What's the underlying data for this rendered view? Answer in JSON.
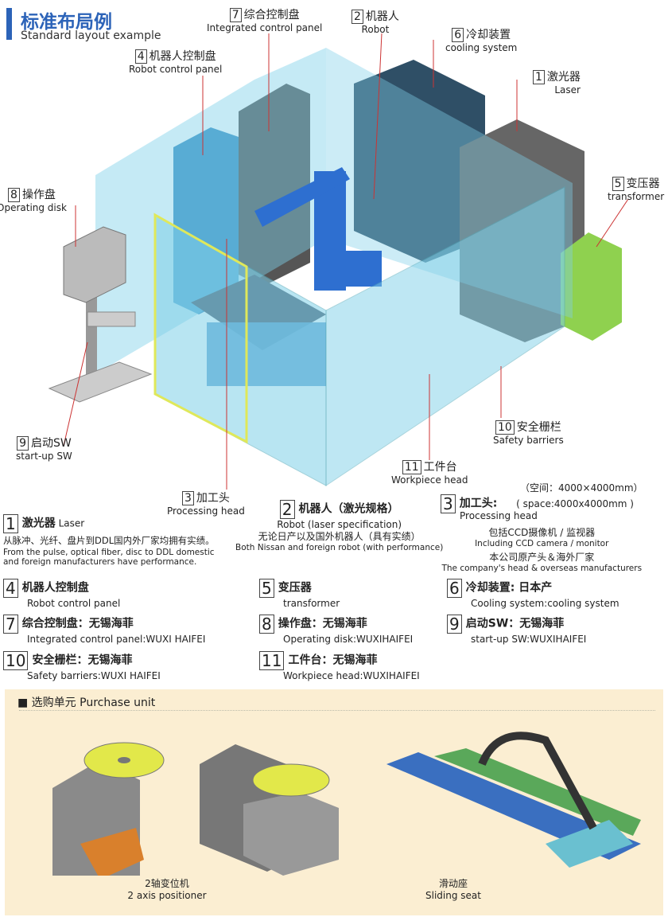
{
  "header": {
    "title": "标准布局例",
    "subtitle": "Standard layout example"
  },
  "callouts": [
    {
      "num": "7",
      "zh": "综合控制盘",
      "en": "Integrated control panel"
    },
    {
      "num": "2",
      "zh": "机器人",
      "en": "Robot"
    },
    {
      "num": "4",
      "zh": "机器人控制盘",
      "en": "Robot control panel"
    },
    {
      "num": "6",
      "zh": "冷却装置",
      "en": "cooling system"
    },
    {
      "num": "1",
      "zh": "激光器",
      "en": "Laser"
    },
    {
      "num": "5",
      "zh": "变压器",
      "en": "transformer"
    },
    {
      "num": "8",
      "zh": "操作盘",
      "en": "Operating disk"
    },
    {
      "num": "9",
      "zh": "启动SW",
      "en": "start-up SW"
    },
    {
      "num": "10",
      "zh": "安全栅栏",
      "en": "Safety barriers"
    },
    {
      "num": "11",
      "zh": "工件台",
      "en": "Workpiece head"
    },
    {
      "num": "3",
      "zh": "加工头",
      "en": "Processing head"
    }
  ],
  "legend": {
    "l1": {
      "num": "1",
      "zh": "激光器",
      "en": "Laser",
      "d1": "从脉冲、光纤、盘片到DDL国内外厂家均拥有实绩。",
      "d2": "From the pulse, optical fiber, disc to DDL domestic",
      "d3": "and foreign manufacturers have performance."
    },
    "l2": {
      "num": "2",
      "zh": "机器人（激光规格）",
      "en": "Robot (laser specification)",
      "d1": "无论日产以及国外机器人（具有实绩）",
      "d2": "Both Nissan and foreign robot (with performance)"
    },
    "l3": {
      "num": "3",
      "zh": "加工头:",
      "en": "Processing head",
      "s1": "（空间：4000×4000mm）",
      "s2": "( space:4000x4000mm )",
      "d1": "包括CCD摄像机 / 监视器",
      "d2": "Including CCD camera / monitor",
      "d3": "本公司原产头＆海外厂家",
      "d4": "The company's head & overseas manufacturers"
    },
    "l4": {
      "num": "4",
      "zh": "机器人控制盘",
      "en": "Robot control panel"
    },
    "l5": {
      "num": "5",
      "zh": "变压器",
      "en": "transformer"
    },
    "l6": {
      "num": "6",
      "zh": "冷却装置: 日本产",
      "en": "Cooling system:cooling system"
    },
    "l7": {
      "num": "7",
      "zh": "综合控制盘：无锡海菲",
      "en": "Integrated control panel:WUXI HAIFEI"
    },
    "l8": {
      "num": "8",
      "zh": "操作盘：无锡海菲",
      "en": "Operating disk:WUXIHAIFEI"
    },
    "l9": {
      "num": "9",
      "zh": "启动SW：无锡海菲",
      "en": "start-up SW:WUXIHAIFEI"
    },
    "l10": {
      "num": "10",
      "zh": "安全栅栏：无锡海菲",
      "en": "Safety barriers:WUXI HAIFEI"
    },
    "l11": {
      "num": "11",
      "zh": "工件台：无锡海菲",
      "en": "Workpiece head:WUXIHAIFEI"
    }
  },
  "purchase": {
    "title": "■ 选购单元 Purchase unit",
    "items": [
      {
        "zh": "2轴变位机",
        "en": "2 axis positioner"
      },
      {
        "zh": "滑动座",
        "en": "Sliding seat"
      }
    ]
  },
  "colors": {
    "accent": "#2c63b8",
    "fence": "#7fd0e8",
    "cabinet": "#3a8fc4",
    "purchase_bg": "#fbeed2"
  }
}
